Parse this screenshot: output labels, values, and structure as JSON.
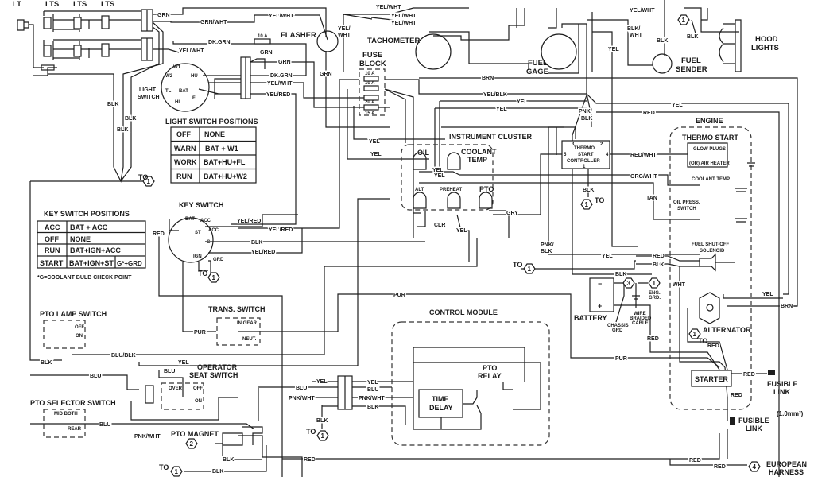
{
  "lights": {
    "lt": "LT",
    "lts": [
      "LTS",
      "LTS",
      "LTS"
    ],
    "hood_lights": [
      "HOOD",
      "LIGHTS"
    ]
  },
  "components": {
    "flasher": "FLASHER",
    "tachometer": "TACHOMETER",
    "fuse_block": [
      "FUSE",
      "BLOCK"
    ],
    "fuse_ratings": [
      "10 A",
      "10 A",
      "10 A",
      "20 A",
      "15 A"
    ],
    "fuel_gage": [
      "FUEL",
      "GAGE"
    ],
    "fuel_sender": [
      "FUEL",
      "SENDER"
    ],
    "light_switch": [
      "LIGHT",
      "SWITCH"
    ],
    "light_switch_terminals": [
      "W1",
      "W2",
      "HU",
      "TL",
      "BAT",
      "FL",
      "HL"
    ],
    "instrument_cluster": "INSTRUMENT CLUSTER",
    "gauges": {
      "oil": "OIL",
      "coolant": [
        "COOLANT",
        "TEMP"
      ],
      "alt": "ALT",
      "preheat": "PREHEAT",
      "pto": "PTO"
    },
    "thermo_controller": [
      "THERMO",
      "START",
      "CONTROLLER"
    ],
    "thermo_pins": [
      "3",
      "2",
      "5",
      "4",
      "1"
    ],
    "engine": "ENGINE",
    "thermo_start": "THERMO START",
    "glow_plugs": "GLOW PLUGS",
    "air_heater": "(OR) AIR HEATER",
    "coolant_temp_switch": "COOLANT TEMP.",
    "oil_press_switch": [
      "OIL PRESS.",
      "SWITCH"
    ],
    "fuel_shutoff": [
      "FUEL SHUT-OFF",
      "SOLENOID"
    ],
    "key_switch": "KEY SWITCH",
    "key_switch_terminals": [
      "BAT",
      "ACC",
      "ACC",
      "ST",
      "G",
      "IGN",
      "GRD"
    ],
    "trans_switch": "TRANS. SWITCH",
    "trans_positions": [
      "IN GEAR",
      "NEUT."
    ],
    "pto_lamp_switch": "PTO LAMP SWITCH",
    "pto_lamp_positions": [
      "OFF",
      "ON"
    ],
    "operator_seat_switch": [
      "OPERATOR",
      "SEAT SWITCH"
    ],
    "seat_positions": [
      "OVER",
      "OFF",
      "ON"
    ],
    "pto_selector_switch": "PTO SELECTOR SWITCH",
    "pto_selector_positions": [
      "MID BOTH",
      "REAR"
    ],
    "pto_magnet": "PTO MAGNET",
    "control_module": "CONTROL MODULE",
    "pto_relay": [
      "PTO",
      "RELAY"
    ],
    "time_delay": [
      "TIME",
      "DELAY"
    ],
    "battery": "BATTERY",
    "battery_terms": [
      "−",
      "+"
    ],
    "eng_grd": [
      "ENG.",
      "GRD."
    ],
    "chassis_grd": [
      "CHASSIS",
      "GRD"
    ],
    "braided": [
      "WIRE",
      "BRAIDED",
      "CABLE"
    ],
    "alternator": "ALTERNATOR",
    "starter": "STARTER",
    "fusible_link_1": [
      "FUSIBLE",
      "LINK"
    ],
    "fusible_link_2": [
      "FUSIBLE",
      "LINK"
    ],
    "link_size": "(1.0mm²)",
    "european_harness": [
      "EUROPEAN",
      "HARNESS"
    ]
  },
  "light_switch_positions": {
    "title": "LIGHT SWITCH POSITIONS",
    "rows": [
      [
        "OFF",
        "NONE"
      ],
      [
        "WARN",
        "BAT + W1"
      ],
      [
        "WORK",
        "BAT+HU+FL"
      ],
      [
        "RUN",
        "BAT+HU+W2"
      ]
    ]
  },
  "key_switch_positions": {
    "title": "KEY SWITCH POSITIONS",
    "rows": [
      [
        "ACC",
        "BAT + ACC",
        ""
      ],
      [
        "OFF",
        "NONE",
        ""
      ],
      [
        "RUN",
        "BAT+IGN+ACC",
        ""
      ],
      [
        "START",
        "BAT+IGN+ST",
        "G*+GRD"
      ]
    ],
    "note": "*G=COOLANT BULB CHECK POINT"
  },
  "connectors": [
    {
      "to": "TO",
      "num": "1"
    },
    {
      "to": "TO",
      "num": "1"
    },
    {
      "to": "TO",
      "num": "1"
    },
    {
      "to": "TO",
      "num": "1"
    },
    {
      "to": "TO",
      "num": "1"
    },
    {
      "to": "TO",
      "num": "1"
    },
    {
      "to": "",
      "num": "1"
    },
    {
      "to": "",
      "num": "3"
    },
    {
      "to": "",
      "num": "1"
    },
    {
      "to": "TO",
      "num": "1"
    },
    {
      "to": "",
      "num": "2"
    },
    {
      "to": "",
      "num": "4"
    }
  ],
  "wire_labels": [
    "GRN",
    "GRN/WHT",
    "YEL/WHT",
    "DK.GRN",
    "YEL/WHT",
    "GRN",
    "GRN",
    "DK.GRN",
    "YEL/WHT",
    "YEL/RED",
    "BLK",
    "BLK",
    "BLK",
    "GRN",
    "YEL/WHT",
    "YEL/WHT",
    "YEL/WHT",
    "YEL/",
    "WHT",
    "YEL",
    "YEL",
    "YEL/RED",
    "YEL/RED",
    "RED",
    "YEL/WHT",
    "BLK/",
    "WHT",
    "BLK",
    "BLK",
    "YEL",
    "BRN",
    "YEL/BLK",
    "YEL",
    "YEL",
    "YEL",
    "PNK/",
    "BLK",
    "RED",
    "RED/WHT",
    "ORG/WHT",
    "BLK",
    "TAN",
    "GRY",
    "YEL",
    "CLR",
    "YEL",
    "BLK",
    "YEL/RED",
    "PUR",
    "PUR",
    "BLU/BLK",
    "BLK",
    "YEL",
    "BLU",
    "BLU",
    "PNK/WHT",
    "BLU",
    "YEL",
    "BLU",
    "PNK/WHT",
    "YEL",
    "BLU",
    "PNK/WHT",
    "BLK",
    "BLK",
    "BLK",
    "BLK",
    "RED",
    "PNK/",
    "BLK",
    "YEL",
    "RED",
    "BLK",
    "BLK",
    "WHT",
    "YEL",
    "BRN",
    "RED",
    "RED",
    "PUR",
    "RED",
    "RED",
    "RED",
    "RED",
    "YEL"
  ]
}
